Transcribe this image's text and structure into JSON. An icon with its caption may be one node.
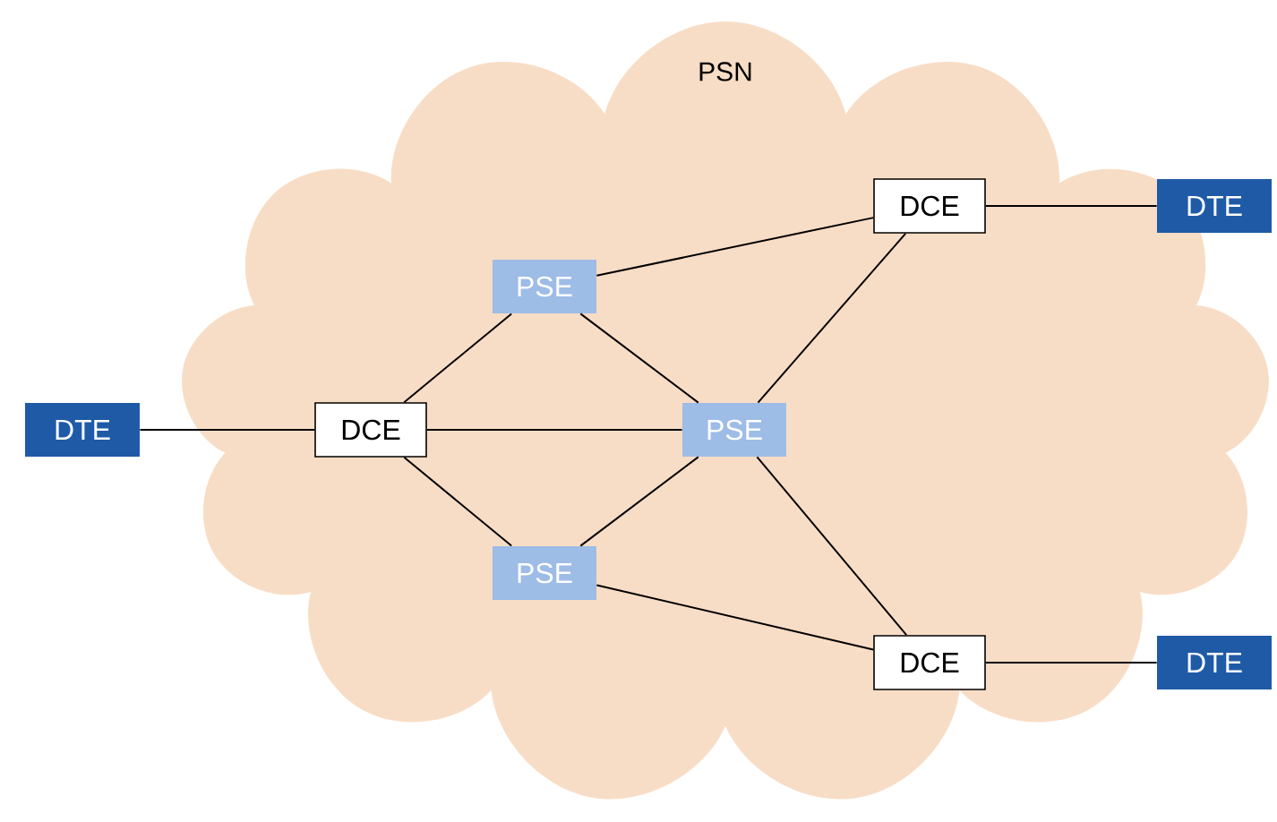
{
  "diagram": {
    "nodes": [
      {
        "text": [
          "PSN"
        ]
      },
      {
        "text": [
          "DTE"
        ]
      },
      {
        "text": [
          "DCE"
        ],
        "in": 0
      },
      {
        "text": [
          "PSE"
        ],
        "in": 0
      },
      {
        "text": [
          "PSE"
        ],
        "in": 0
      },
      {
        "text": [
          "PSE"
        ],
        "in": 0
      },
      {
        "text": [
          "DCE"
        ],
        "in": 0
      },
      {
        "text": [
          "DTE"
        ]
      },
      {
        "text": [
          "DCE"
        ],
        "in": 0
      },
      {
        "text": [
          "DTE"
        ]
      }
    ],
    "edges": [
      {
        "from": 1,
        "to": 2,
        "arrow": "none"
      },
      {
        "from": 2,
        "to": 3,
        "arrow": "none"
      },
      {
        "from": 2,
        "to": 4,
        "arrow": "none"
      },
      {
        "from": 2,
        "to": 5,
        "arrow": "none"
      },
      {
        "from": 3,
        "to": 6,
        "arrow": "none"
      },
      {
        "from": 3,
        "to": 4,
        "arrow": "none"
      },
      {
        "from": 4,
        "to": 6,
        "arrow": "none"
      },
      {
        "from": 4,
        "to": 5,
        "arrow": "none"
      },
      {
        "from": 4,
        "to": 8,
        "arrow": "none"
      },
      {
        "from": 5,
        "to": 8,
        "arrow": "none"
      },
      {
        "from": 6,
        "to": 7,
        "arrow": "none"
      },
      {
        "from": 8,
        "to": 9,
        "arrow": "none"
      }
    ]
  }
}
